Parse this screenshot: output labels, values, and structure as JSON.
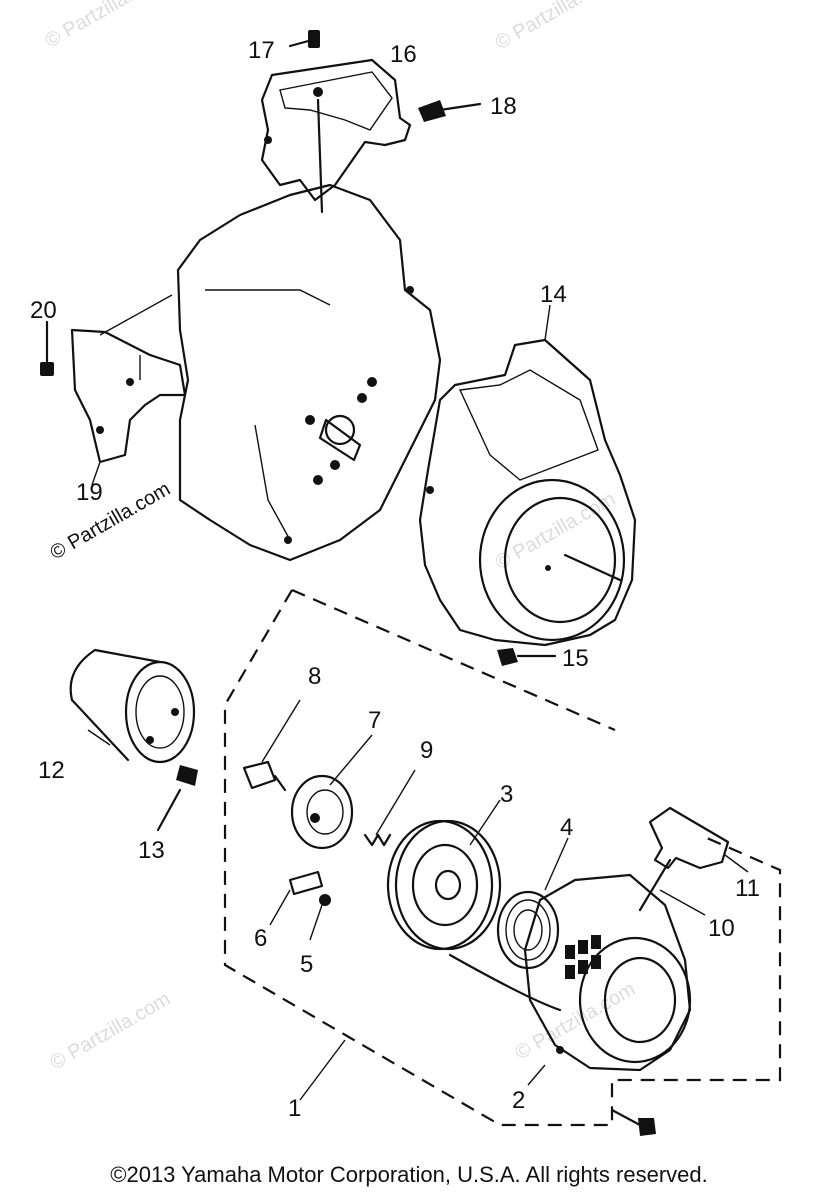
{
  "watermark": "© Partzilla.com",
  "copyright": "©2013 Yamaha Motor Corporation, U.S.A. All rights reserved.",
  "callouts": {
    "c1": "1",
    "c2": "2",
    "c3": "3",
    "c4": "4",
    "c5": "5",
    "c6": "6",
    "c7": "7",
    "c8": "8",
    "c9": "9",
    "c10": "10",
    "c11": "11",
    "c12": "12",
    "c13": "13",
    "c14": "14",
    "c15": "15",
    "c16": "16",
    "c17": "17",
    "c18": "18",
    "c19": "19",
    "c20": "20"
  }
}
